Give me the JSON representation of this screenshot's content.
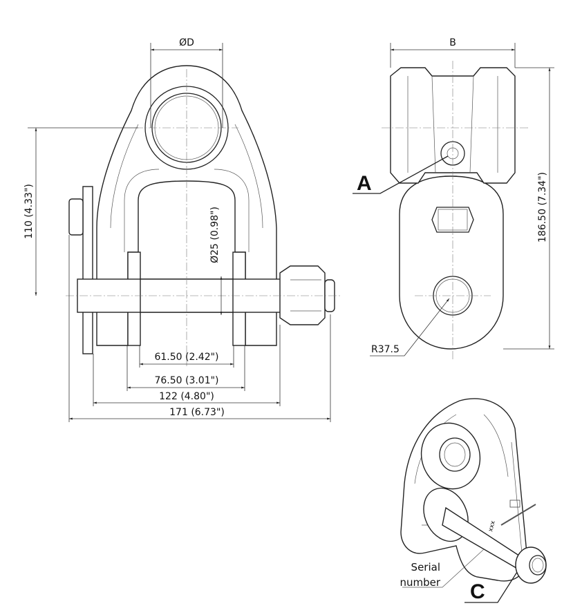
{
  "front_view": {
    "dim_bore": "ØD",
    "dim_height": "110 (4.33\")",
    "dim_pin_diameter": "Ø25 (0.98\")",
    "dim_inner_width": "61.50 (2.42\")",
    "dim_outer_width": "76.50 (3.01\")",
    "dim_body_width": "122 (4.80\")",
    "dim_overall_width": "171 (6.73\")"
  },
  "side_view": {
    "dim_width": "B",
    "dim_height": "186.50 (7.34\")",
    "dim_radius": "R37.5",
    "label_a": "A"
  },
  "iso_view": {
    "serial_label_line1": "Serial",
    "serial_label_line2": "number",
    "serial_marking": "xxx",
    "label_c": "C"
  }
}
